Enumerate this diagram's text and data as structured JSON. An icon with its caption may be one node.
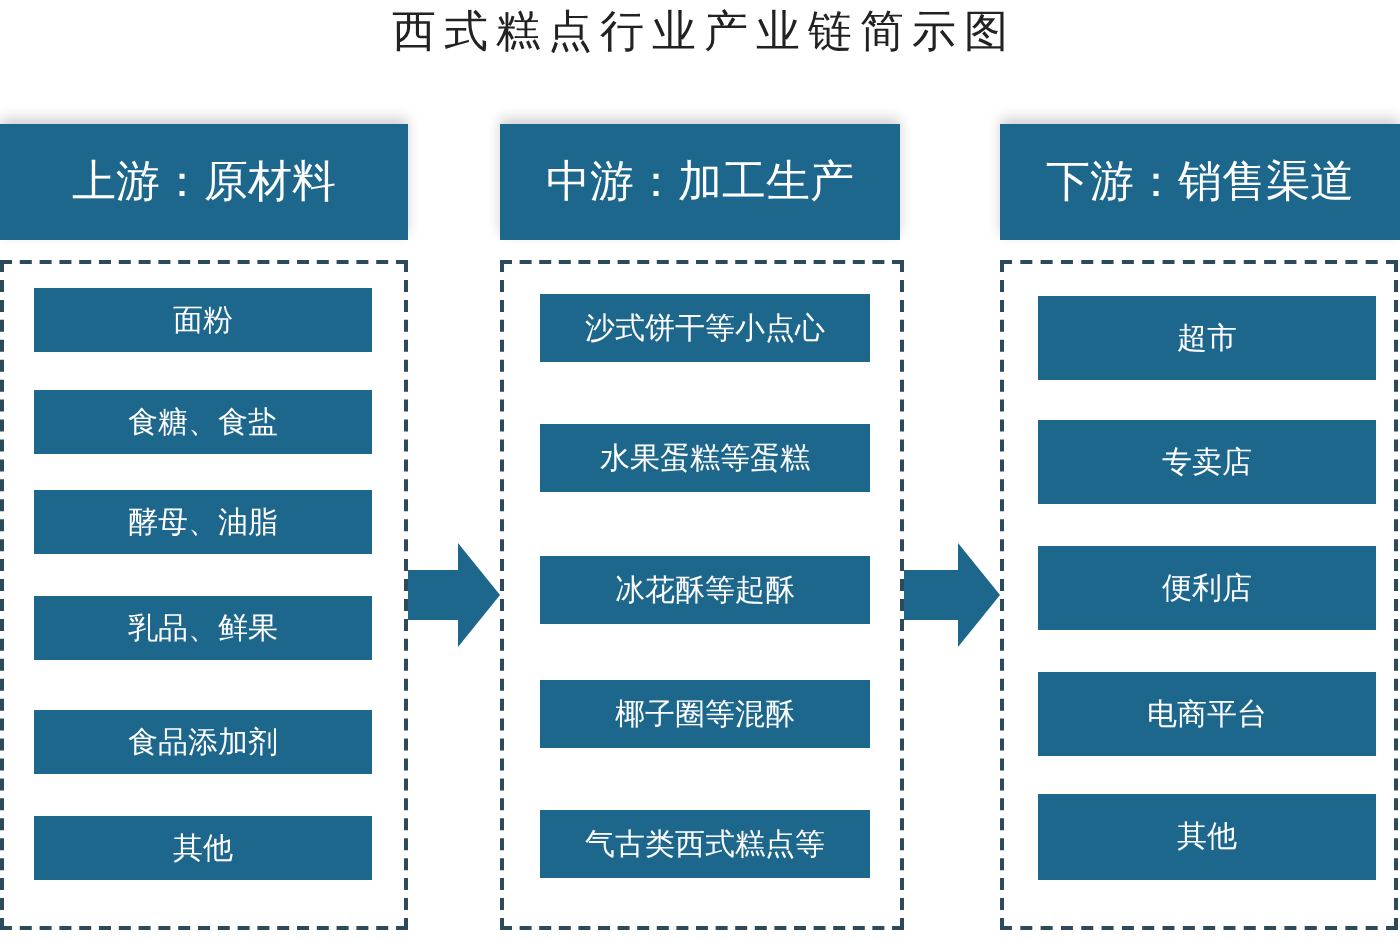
{
  "diagram": {
    "title": "西式糕点行业产业链简示图",
    "nodes": [
      {
        "text": [
          "上游：原材料"
        ]
      },
      {
        "text": [],
        "shape": "box"
      },
      {
        "text": [
          "面粉"
        ],
        "in": 1
      },
      {
        "text": [
          "食糖、食盐"
        ],
        "in": 1
      },
      {
        "text": [
          "酵母、油脂"
        ],
        "in": 1
      },
      {
        "text": [
          "乳品、鲜果"
        ],
        "in": 1
      },
      {
        "text": [
          "食品添加剂"
        ],
        "in": 1
      },
      {
        "text": [
          "其他"
        ],
        "in": 1
      },
      {
        "text": [
          "中游：加工生产"
        ]
      },
      {
        "text": [],
        "shape": "box"
      },
      {
        "text": [
          "沙式饼干等小点心"
        ],
        "in": 9
      },
      {
        "text": [
          "水果蛋糕等蛋糕"
        ],
        "in": 9
      },
      {
        "text": [
          "冰花酥等起酥"
        ],
        "in": 9
      },
      {
        "text": [
          "椰子圈等混酥"
        ],
        "in": 9
      },
      {
        "text": [
          "气古类西式糕点等"
        ],
        "in": 9
      },
      {
        "text": [
          "下游：销售渠道"
        ]
      },
      {
        "text": [],
        "shape": "box"
      },
      {
        "text": [
          "超市"
        ],
        "in": 16
      },
      {
        "text": [
          "专卖店"
        ],
        "in": 16
      },
      {
        "text": [
          "便利店"
        ],
        "in": 16
      },
      {
        "text": [
          "电商平台"
        ],
        "in": 16
      },
      {
        "text": [
          "其他"
        ],
        "in": 16
      }
    ],
    "edges": [
      {
        "from": 1,
        "to": 9,
        "arrow": "to"
      },
      {
        "from": 9,
        "to": 16,
        "arrow": "to"
      }
    ]
  }
}
